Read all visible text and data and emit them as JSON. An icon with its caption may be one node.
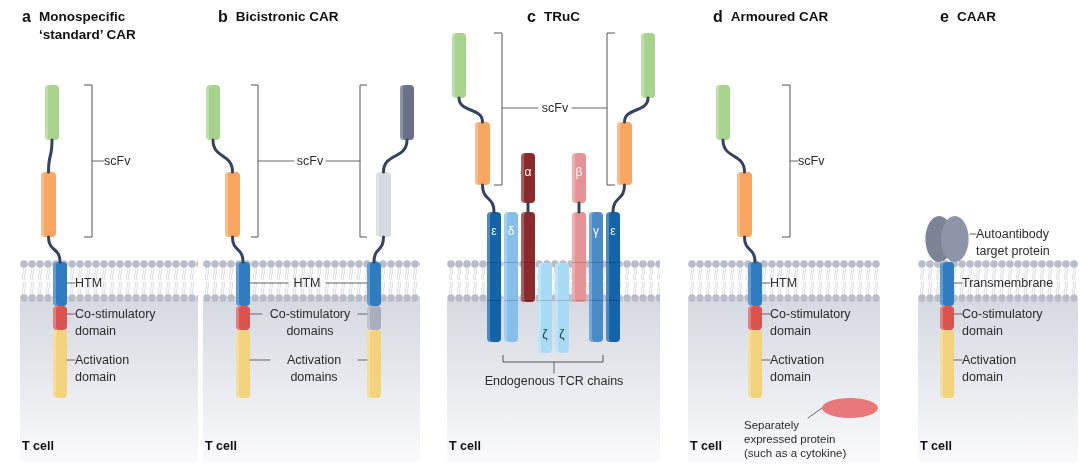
{
  "diagram": {
    "nodes": [
      {
        "text": [
          "a",
          "Monospecific ‘standard’ CAR",
          "T cell"
        ]
      },
      {
        "text": [],
        "shape": "bar",
        "in": 0
      },
      {
        "text": [],
        "shape": "bar",
        "in": 0
      },
      {
        "text": [],
        "shape": "bar",
        "in": 0
      },
      {
        "text": [],
        "shape": "bar",
        "in": 0
      },
      {
        "text": [],
        "shape": "bar",
        "in": 0
      },
      {
        "text": [
          "scFv"
        ],
        "in": 0
      },
      {
        "text": [
          "HTM"
        ],
        "in": 0
      },
      {
        "text": [
          "Co-stimulatory domain"
        ],
        "in": 0
      },
      {
        "text": [
          "Activation domain"
        ],
        "in": 0
      },
      {
        "text": [
          "b",
          "Bicistronic CAR",
          "T cell"
        ]
      },
      {
        "text": [],
        "shape": "bar",
        "in": 10
      },
      {
        "text": [],
        "shape": "bar",
        "in": 10
      },
      {
        "text": [],
        "shape": "bar",
        "in": 10
      },
      {
        "text": [],
        "shape": "bar",
        "in": 10
      },
      {
        "text": [],
        "shape": "bar",
        "in": 10
      },
      {
        "text": [],
        "shape": "bar",
        "in": 10
      },
      {
        "text": [],
        "shape": "bar",
        "in": 10
      },
      {
        "text": [],
        "shape": "bar",
        "in": 10
      },
      {
        "text": [],
        "shape": "bar",
        "in": 10
      },
      {
        "text": [],
        "shape": "bar",
        "in": 10
      },
      {
        "text": [
          "scFv"
        ],
        "in": 10
      },
      {
        "text": [
          "HTM"
        ],
        "in": 10
      },
      {
        "text": [
          "Co-stimulatory domains"
        ],
        "in": 10
      },
      {
        "text": [
          "Activation domains"
        ],
        "in": 10
      },
      {
        "text": [
          "c",
          "TRuC",
          "T cell"
        ]
      },
      {
        "text": [],
        "shape": "bar",
        "in": 25
      },
      {
        "text": [],
        "shape": "bar",
        "in": 25
      },
      {
        "text": [],
        "shape": "bar",
        "in": 25
      },
      {
        "text": [],
        "shape": "bar",
        "in": 25
      },
      {
        "text": [
          "ε"
        ],
        "in": 25
      },
      {
        "text": [
          "δ"
        ],
        "in": 25
      },
      {
        "text": [
          "α"
        ],
        "in": 25
      },
      {
        "text": [],
        "shape": "bar",
        "in": 25
      },
      {
        "text": [
          "ζ"
        ],
        "in": 25
      },
      {
        "text": [
          "ζ"
        ],
        "in": 25
      },
      {
        "text": [
          "β"
        ],
        "in": 25
      },
      {
        "text": [],
        "shape": "bar",
        "in": 25
      },
      {
        "text": [
          "γ"
        ],
        "in": 25
      },
      {
        "text": [
          "ε"
        ],
        "in": 25
      },
      {
        "text": [
          "scFv"
        ],
        "in": 25
      },
      {
        "text": [
          "Endogenous TCR chains"
        ],
        "in": 25
      },
      {
        "text": [
          "d",
          "Armoured CAR",
          "T cell"
        ]
      },
      {
        "text": [],
        "shape": "bar",
        "in": 42
      },
      {
        "text": [],
        "shape": "bar",
        "in": 42
      },
      {
        "text": [],
        "shape": "bar",
        "in": 42
      },
      {
        "text": [],
        "shape": "bar",
        "in": 42
      },
      {
        "text": [],
        "shape": "bar",
        "in": 42
      },
      {
        "text": [
          "scFv"
        ],
        "in": 42
      },
      {
        "text": [
          "HTM"
        ],
        "in": 42
      },
      {
        "text": [
          "Co-stimulatory domain"
        ],
        "in": 42
      },
      {
        "text": [
          "Activation domain"
        ],
        "in": 42
      },
      {
        "text": [],
        "shape": "ellipse",
        "in": 42
      },
      {
        "text": [
          "Separately expressed protein (such as a cytokine)"
        ],
        "in": 42
      },
      {
        "text": [
          "e",
          "CAAR",
          "T cell"
        ]
      },
      {
        "text": [],
        "shape": "ellipse",
        "in": 54
      },
      {
        "text": [],
        "shape": "bar",
        "in": 54
      },
      {
        "text": [],
        "shape": "bar",
        "in": 54
      },
      {
        "text": [],
        "shape": "bar",
        "in": 54
      },
      {
        "text": [
          "Autoantibody target protein"
        ],
        "in": 54
      },
      {
        "text": [
          "Transmembrane"
        ],
        "in": 54
      },
      {
        "text": [
          "Co-stimulatory domain"
        ],
        "in": 54
      },
      {
        "text": [
          "Activation domain"
        ],
        "in": 54
      }
    ],
    "edges": [
      {
        "from": 1,
        "to": 2,
        "arrow": "none",
        "style": "thick",
        "color": "#34425f"
      },
      {
        "from": 2,
        "to": 3,
        "arrow": "none",
        "style": "thick",
        "color": "#34425f"
      },
      {
        "from": 6,
        "to": null,
        "arrow": "none"
      },
      {
        "from": 7,
        "to": 3,
        "arrow": "none"
      },
      {
        "from": 8,
        "to": 4,
        "arrow": "none"
      },
      {
        "from": 9,
        "to": 5,
        "arrow": "none"
      },
      {
        "from": 11,
        "to": 12,
        "arrow": "none",
        "style": "thick",
        "color": "#34425f"
      },
      {
        "from": 12,
        "to": 13,
        "arrow": "none",
        "style": "thick",
        "color": "#34425f"
      },
      {
        "from": 16,
        "to": 17,
        "arrow": "none",
        "style": "thick",
        "color": "#34425f"
      },
      {
        "from": 17,
        "to": 18,
        "arrow": "none",
        "style": "thick",
        "color": "#34425f"
      },
      {
        "from": 21,
        "to": null,
        "arrow": "none"
      },
      {
        "from": 21,
        "to": null,
        "arrow": "none"
      },
      {
        "from": 22,
        "to": 13,
        "arrow": "none"
      },
      {
        "from": 22,
        "to": 18,
        "arrow": "none"
      },
      {
        "from": 23,
        "to": 14,
        "arrow": "none"
      },
      {
        "from": 23,
        "to": 19,
        "arrow": "none"
      },
      {
        "from": 24,
        "to": 15,
        "arrow": "none"
      },
      {
        "from": 24,
        "to": 20,
        "arrow": "none"
      },
      {
        "from": 26,
        "to": 27,
        "arrow": "none",
        "style": "thick",
        "color": "#34425f"
      },
      {
        "from": 27,
        "to": 30,
        "arrow": "none",
        "style": "thick",
        "color": "#34425f"
      },
      {
        "from": 28,
        "to": 29,
        "arrow": "none",
        "style": "thick",
        "color": "#34425f"
      },
      {
        "from": 29,
        "to": 39,
        "arrow": "none",
        "style": "thick",
        "color": "#34425f"
      },
      {
        "from": 32,
        "to": 33,
        "arrow": "none",
        "style": "thick",
        "color": "#34425f"
      },
      {
        "from": 36,
        "to": 37,
        "arrow": "none",
        "style": "thick",
        "color": "#34425f"
      },
      {
        "from": 40,
        "to": null,
        "arrow": "none"
      },
      {
        "from": 40,
        "to": null,
        "arrow": "none"
      },
      {
        "from": 41,
        "to": null,
        "arrow": "none"
      },
      {
        "from": 43,
        "to": 44,
        "arrow": "none",
        "style": "thick",
        "color": "#34425f"
      },
      {
        "from": 44,
        "to": 45,
        "arrow": "none",
        "style": "thick",
        "color": "#34425f"
      },
      {
        "from": 48,
        "to": null,
        "arrow": "none"
      },
      {
        "from": 49,
        "to": 45,
        "arrow": "none"
      },
      {
        "from": 50,
        "to": 46,
        "arrow": "none"
      },
      {
        "from": 51,
        "to": 47,
        "arrow": "none"
      },
      {
        "from": 53,
        "to": 52,
        "arrow": "none"
      },
      {
        "from": 59,
        "to": 55,
        "arrow": "none"
      },
      {
        "from": 60,
        "to": 56,
        "arrow": "none"
      },
      {
        "from": 61,
        "to": 57,
        "arrow": "none"
      },
      {
        "from": 62,
        "to": 58,
        "arrow": "none"
      }
    ]
  }
}
